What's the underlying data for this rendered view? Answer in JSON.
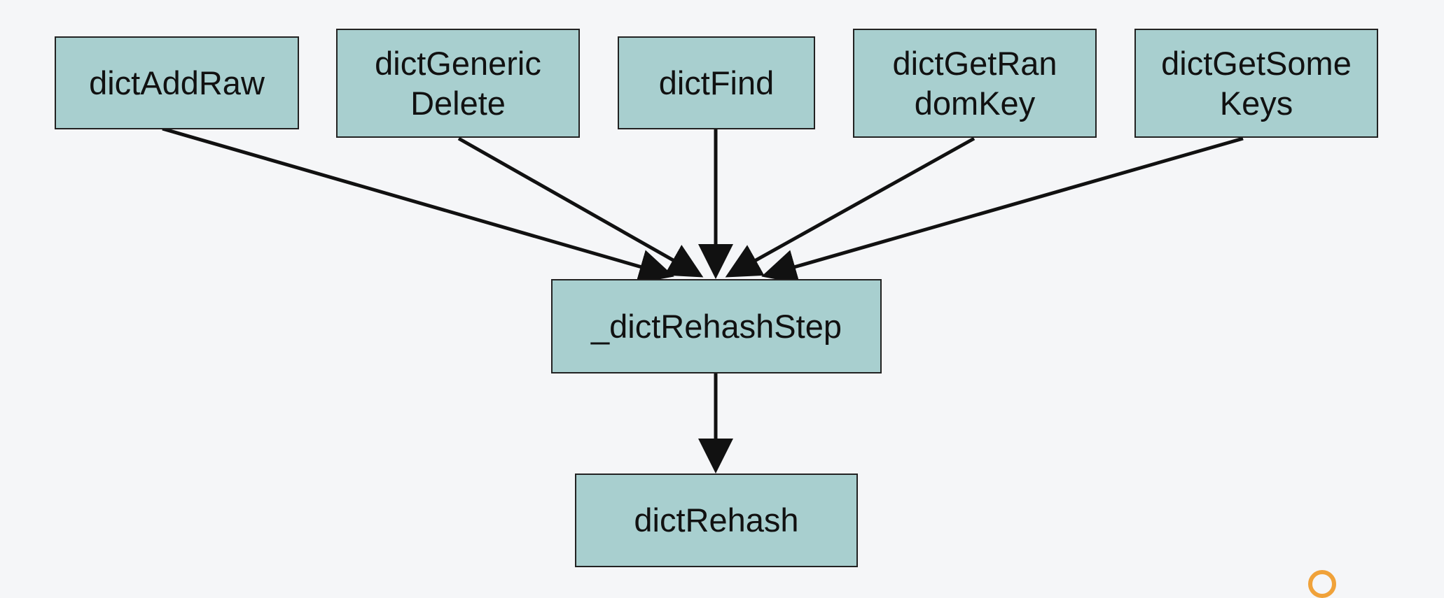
{
  "diagram": {
    "nodes": {
      "dictAddRaw": {
        "lines": [
          "dictAddRaw"
        ]
      },
      "dictGenericDelete": {
        "lines": [
          "dictGeneric",
          "Delete"
        ]
      },
      "dictFind": {
        "lines": [
          "dictFind"
        ]
      },
      "dictGetRandomKey": {
        "lines": [
          "dictGetRan",
          "domKey"
        ]
      },
      "dictGetSomeKeys": {
        "lines": [
          "dictGetSome",
          "Keys"
        ]
      },
      "dictRehashStep": {
        "lines": [
          "_dictRehashStep"
        ]
      },
      "dictRehash": {
        "lines": [
          "dictRehash"
        ]
      }
    },
    "edges": [
      {
        "from": "dictAddRaw",
        "to": "dictRehashStep"
      },
      {
        "from": "dictGenericDelete",
        "to": "dictRehashStep"
      },
      {
        "from": "dictFind",
        "to": "dictRehashStep"
      },
      {
        "from": "dictGetRandomKey",
        "to": "dictRehashStep"
      },
      {
        "from": "dictGetSomeKeys",
        "to": "dictRehashStep"
      },
      {
        "from": "dictRehashStep",
        "to": "dictRehash"
      }
    ],
    "colors": {
      "background": "#f5f6f8",
      "node_fill": "#a8cfcf",
      "node_border": "#222222",
      "arrow": "#111111",
      "accent": "#f0a23a"
    }
  }
}
